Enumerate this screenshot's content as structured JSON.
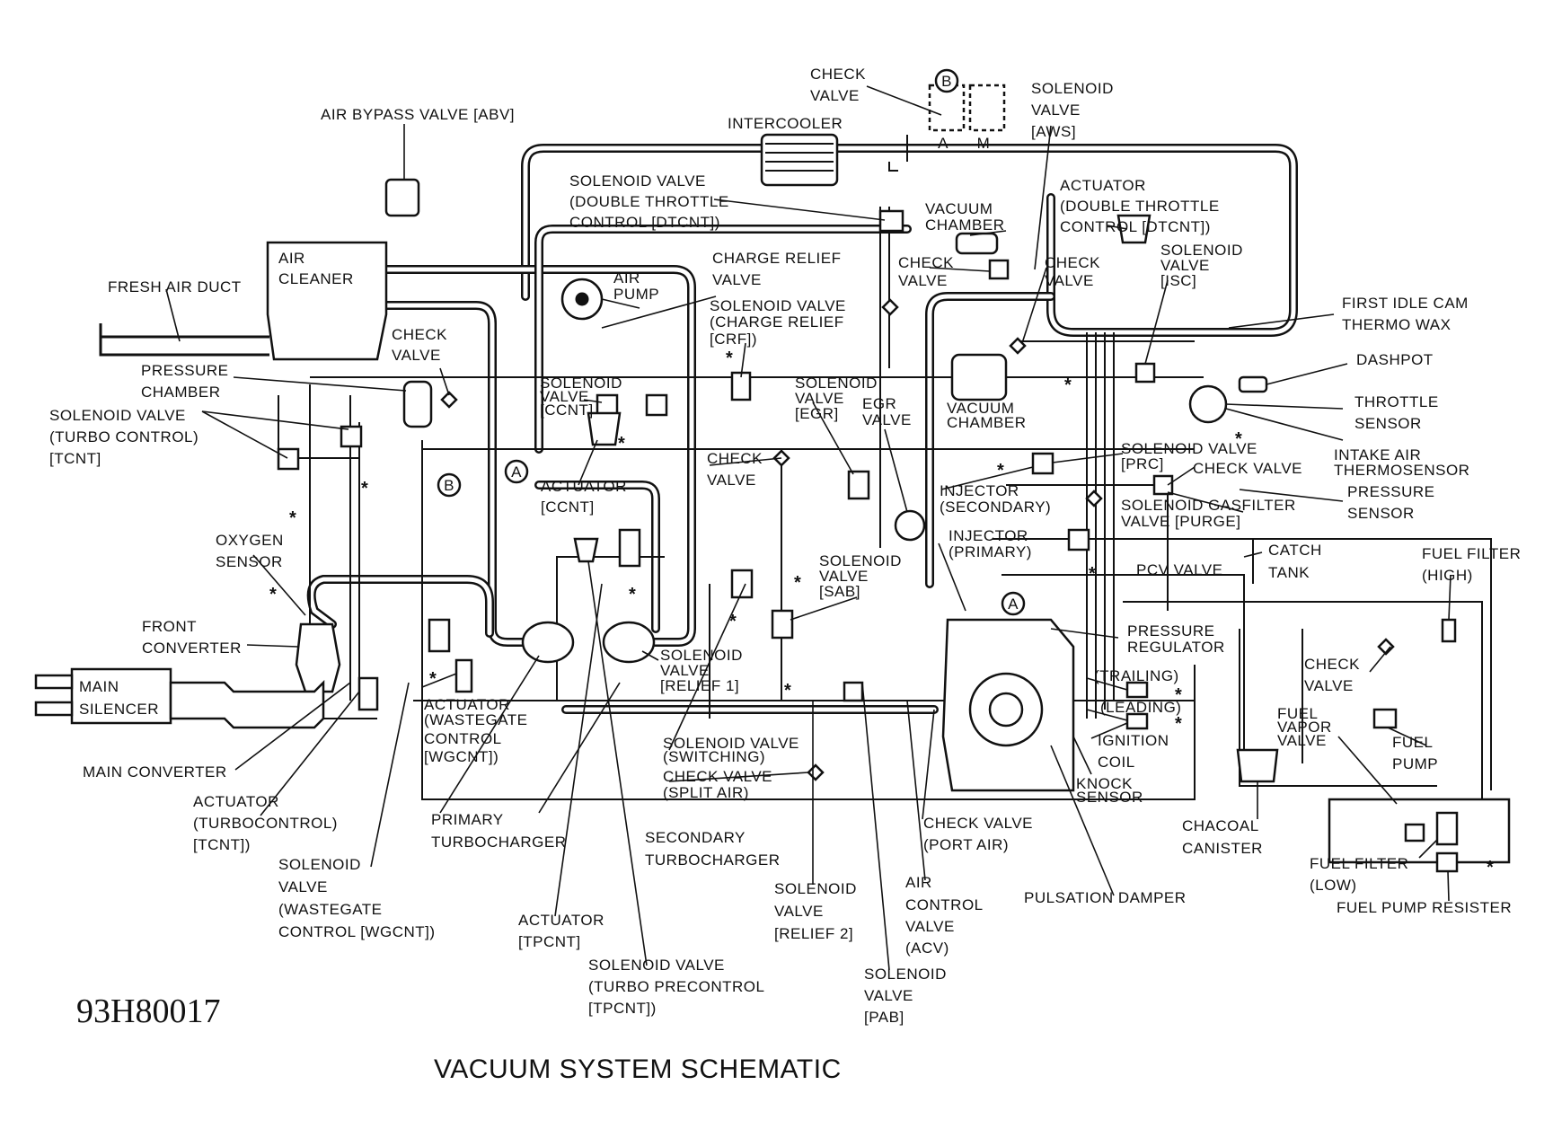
{
  "caption": "VACUUM SYSTEM SCHEMATIC",
  "figure_code": "93H80017",
  "labels": [
    {
      "id": "check-valve-b",
      "lines": [
        "CHECK",
        "VALVE"
      ]
    },
    {
      "id": "solenoid-aws",
      "lines": [
        "SOLENOID",
        "VALVE",
        "[AWS]"
      ]
    },
    {
      "id": "air-bypass",
      "lines": [
        "AIR BYPASS VALVE [ABV]"
      ]
    },
    {
      "id": "intercooler",
      "lines": [
        "INTERCOOLER"
      ]
    },
    {
      "id": "solenoid-dtcnt",
      "lines": [
        "SOLENOID VALVE",
        "(DOUBLE THROTTLE",
        "CONTROL [DTCNT])"
      ]
    },
    {
      "id": "vacuum-chamber-1",
      "lines": [
        "VACUUM",
        "CHAMBER"
      ]
    },
    {
      "id": "actuator-dtcnt",
      "lines": [
        "ACTUATOR",
        "(DOUBLE THROTTLE",
        "CONTROL [DTCNT])"
      ]
    },
    {
      "id": "air-cleaner",
      "lines": [
        "AIR",
        "CLEANER"
      ]
    },
    {
      "id": "fresh-air-duct",
      "lines": [
        "FRESH AIR DUCT"
      ]
    },
    {
      "id": "charge-relief",
      "lines": [
        "CHARGE RELIEF",
        "VALVE"
      ]
    },
    {
      "id": "air-pump",
      "lines": [
        "AIR",
        "PUMP"
      ]
    },
    {
      "id": "check-valve-2",
      "lines": [
        "CHECK",
        "VALVE"
      ]
    },
    {
      "id": "check-valve-3",
      "lines": [
        "CHECK",
        "VALVE"
      ]
    },
    {
      "id": "solenoid-isc",
      "lines": [
        "SOLENOID",
        "VALVE",
        "[ISC]"
      ]
    },
    {
      "id": "first-idle",
      "lines": [
        "FIRST IDLE CAM",
        "THERMO WAX"
      ]
    },
    {
      "id": "solenoid-crf",
      "lines": [
        "SOLENOID VALVE",
        "(CHARGE RELIEF",
        "[CRF])"
      ]
    },
    {
      "id": "check-valve-1",
      "lines": [
        "CHECK",
        "VALVE"
      ]
    },
    {
      "id": "pressure-chamber",
      "lines": [
        "PRESSURE",
        "CHAMBER"
      ]
    },
    {
      "id": "solenoid-tcnt",
      "lines": [
        "SOLENOID VALVE",
        "(TURBO CONTROL)",
        "[TCNT]"
      ]
    },
    {
      "id": "solenoid-ccnt",
      "lines": [
        "SOLENOID",
        "VALVE",
        "[CCNT]"
      ]
    },
    {
      "id": "solenoid-egr",
      "lines": [
        "SOLENOID",
        "VALVE",
        "[EGR]"
      ]
    },
    {
      "id": "egr-valve",
      "lines": [
        "EGR",
        "VALVE"
      ]
    },
    {
      "id": "vacuum-chamber-2",
      "lines": [
        "VACUUM",
        "CHAMBER"
      ]
    },
    {
      "id": "dashpot",
      "lines": [
        "DASHPOT"
      ]
    },
    {
      "id": "throttle-sensor",
      "lines": [
        "THROTTLE",
        "SENSOR"
      ]
    },
    {
      "id": "intake-air",
      "lines": [
        "INTAKE AIR",
        "THERMOSENSOR"
      ]
    },
    {
      "id": "solenoid-prc",
      "lines": [
        "SOLENOID VALVE",
        "[PRC]"
      ]
    },
    {
      "id": "check-valve-4",
      "lines": [
        "CHECK VALVE"
      ]
    },
    {
      "id": "pressure-sensor",
      "lines": [
        "PRESSURE",
        "SENSOR"
      ]
    },
    {
      "id": "actuator-ccnt",
      "lines": [
        "ACTUATOR",
        "[CCNT]"
      ]
    },
    {
      "id": "check-valve-5",
      "lines": [
        "CHECK",
        "VALVE"
      ]
    },
    {
      "id": "injector-secondary",
      "lines": [
        "INJECTOR",
        "(SECONDARY)"
      ]
    },
    {
      "id": "solenoid-purge",
      "lines": [
        "SOLENOID GASFILTER",
        "VALVE [PURGE]"
      ]
    },
    {
      "id": "oxygen-sensor",
      "lines": [
        "OXYGEN",
        "SENSOR"
      ]
    },
    {
      "id": "injector-primary",
      "lines": [
        "INJECTOR",
        "(PRIMARY)"
      ]
    },
    {
      "id": "catch-tank",
      "lines": [
        "CATCH",
        "TANK"
      ]
    },
    {
      "id": "pcv-valve",
      "lines": [
        "PCV VALVE"
      ]
    },
    {
      "id": "fuel-filter-high",
      "lines": [
        "FUEL FILTER",
        "(HIGH)"
      ]
    },
    {
      "id": "solenoid-sab",
      "lines": [
        "SOLENOID",
        "VALVE",
        "[SAB]"
      ]
    },
    {
      "id": "front-converter",
      "lines": [
        "FRONT",
        "CONVERTER"
      ]
    },
    {
      "id": "pressure-regulator",
      "lines": [
        "PRESSURE",
        "REGULATOR"
      ]
    },
    {
      "id": "check-valve-6",
      "lines": [
        "CHECK",
        "VALVE"
      ]
    },
    {
      "id": "main-silencer",
      "lines": [
        "MAIN",
        "SILENCER"
      ]
    },
    {
      "id": "solenoid-relief1",
      "lines": [
        "SOLENOID",
        "VALVE",
        "[RELIEF 1]"
      ]
    },
    {
      "id": "trailing",
      "lines": [
        "(TRAILING)"
      ]
    },
    {
      "id": "leading",
      "lines": [
        "(LEADING)"
      ]
    },
    {
      "id": "ignition-coil",
      "lines": [
        "IGNITION",
        "COIL"
      ]
    },
    {
      "id": "fuel-vapor",
      "lines": [
        "FUEL",
        "VAPOR",
        "VALVE"
      ]
    },
    {
      "id": "fuel-pump",
      "lines": [
        "FUEL",
        "PUMP"
      ]
    },
    {
      "id": "actuator-wgcnt",
      "lines": [
        "ACTUATOR",
        "(WASTEGATE",
        "CONTROL",
        "[WGCNT])"
      ]
    },
    {
      "id": "solenoid-switching",
      "lines": [
        "SOLENOID VALVE",
        "(SWITCHING)"
      ]
    },
    {
      "id": "check-split",
      "lines": [
        "CHECK VALVE",
        "(SPLIT AIR)"
      ]
    },
    {
      "id": "main-converter",
      "lines": [
        "MAIN CONVERTER"
      ]
    },
    {
      "id": "knock-sensor",
      "lines": [
        "KNOCK",
        "SENSOR"
      ]
    },
    {
      "id": "actuator-tcnt",
      "lines": [
        "ACTUATOR",
        "(TURBOCONTROL)",
        "[TCNT])"
      ]
    },
    {
      "id": "primary-turbo",
      "lines": [
        "PRIMARY",
        "TURBOCHARGER"
      ]
    },
    {
      "id": "secondary-turbo",
      "lines": [
        "SECONDARY",
        "TURBOCHARGER"
      ]
    },
    {
      "id": "check-port-air",
      "lines": [
        "CHECK VALVE",
        "(PORT AIR)"
      ]
    },
    {
      "id": "charcoal",
      "lines": [
        "CHACOAL",
        "CANISTER"
      ]
    },
    {
      "id": "fuel-filter-low",
      "lines": [
        "FUEL FILTER",
        "(LOW)"
      ]
    },
    {
      "id": "solenoid-wgcnt",
      "lines": [
        "SOLENOID",
        "VALVE",
        "(WASTEGATE",
        "CONTROL [WGCNT])"
      ]
    },
    {
      "id": "air-control",
      "lines": [
        "AIR",
        "CONTROL",
        "VALVE",
        "(ACV)"
      ]
    },
    {
      "id": "solenoid-relief2",
      "lines": [
        "SOLENOID",
        "VALVE",
        "[RELIEF 2]"
      ]
    },
    {
      "id": "pulsation",
      "lines": [
        "PULSATION DAMPER"
      ]
    },
    {
      "id": "fuel-pump-resister",
      "lines": [
        "FUEL PUMP RESISTER"
      ]
    },
    {
      "id": "actuator-tpcnt",
      "lines": [
        "ACTUATOR",
        "[TPCNT]"
      ]
    },
    {
      "id": "solenoid-tpcnt",
      "lines": [
        "SOLENOID VALVE",
        "(TURBO PRECONTROL",
        "[TPCNT])"
      ]
    },
    {
      "id": "solenoid-pab",
      "lines": [
        "SOLENOID",
        "VALVE",
        "[PAB]"
      ]
    }
  ],
  "markers": [
    "A",
    "B",
    "A",
    "B",
    "A",
    "M"
  ]
}
